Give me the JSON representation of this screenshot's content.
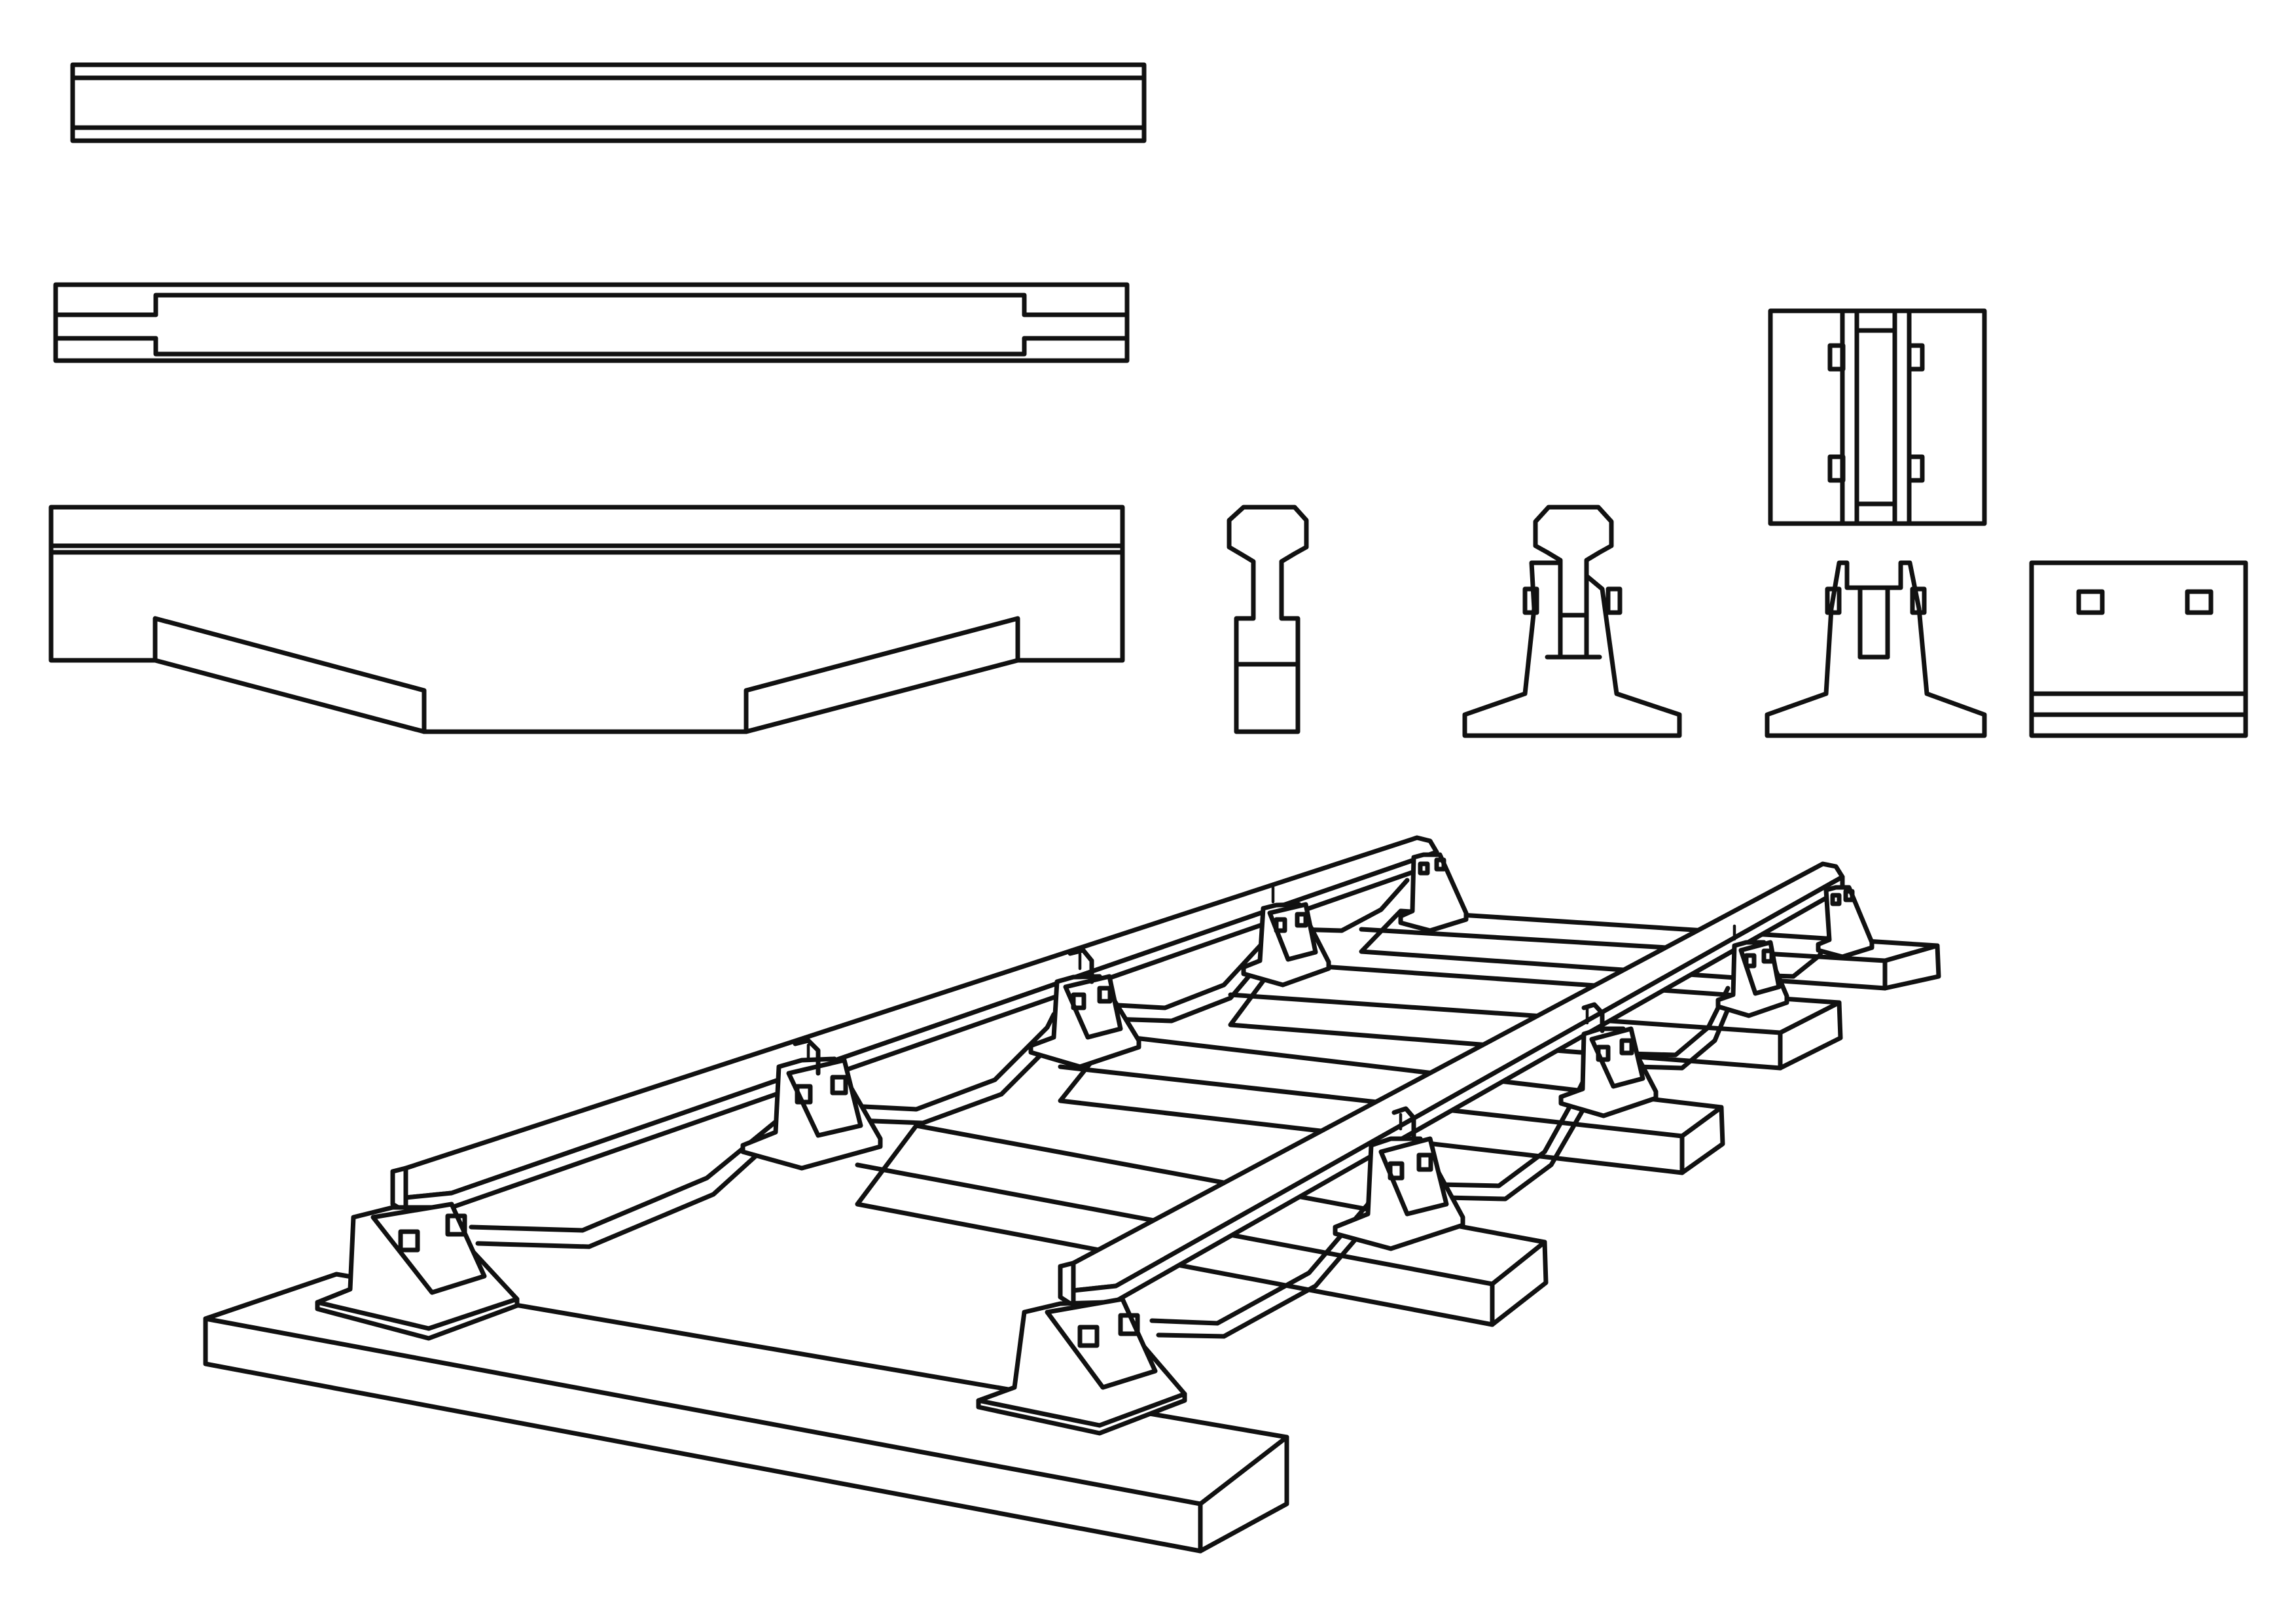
{
  "canvas": {
    "background": "#ffffff",
    "ink": "#111111"
  },
  "views": [
    {
      "id": "side-view-top",
      "label": ""
    },
    {
      "id": "side-view-middle",
      "label": ""
    },
    {
      "id": "side-view-bottom",
      "label": ""
    },
    {
      "id": "rail-end-section",
      "label": ""
    },
    {
      "id": "chair-with-rail",
      "label": ""
    },
    {
      "id": "chair-plan",
      "label": ""
    },
    {
      "id": "chair-without-rail",
      "label": ""
    },
    {
      "id": "chair-side",
      "label": ""
    },
    {
      "id": "track-isometric",
      "label": ""
    }
  ]
}
